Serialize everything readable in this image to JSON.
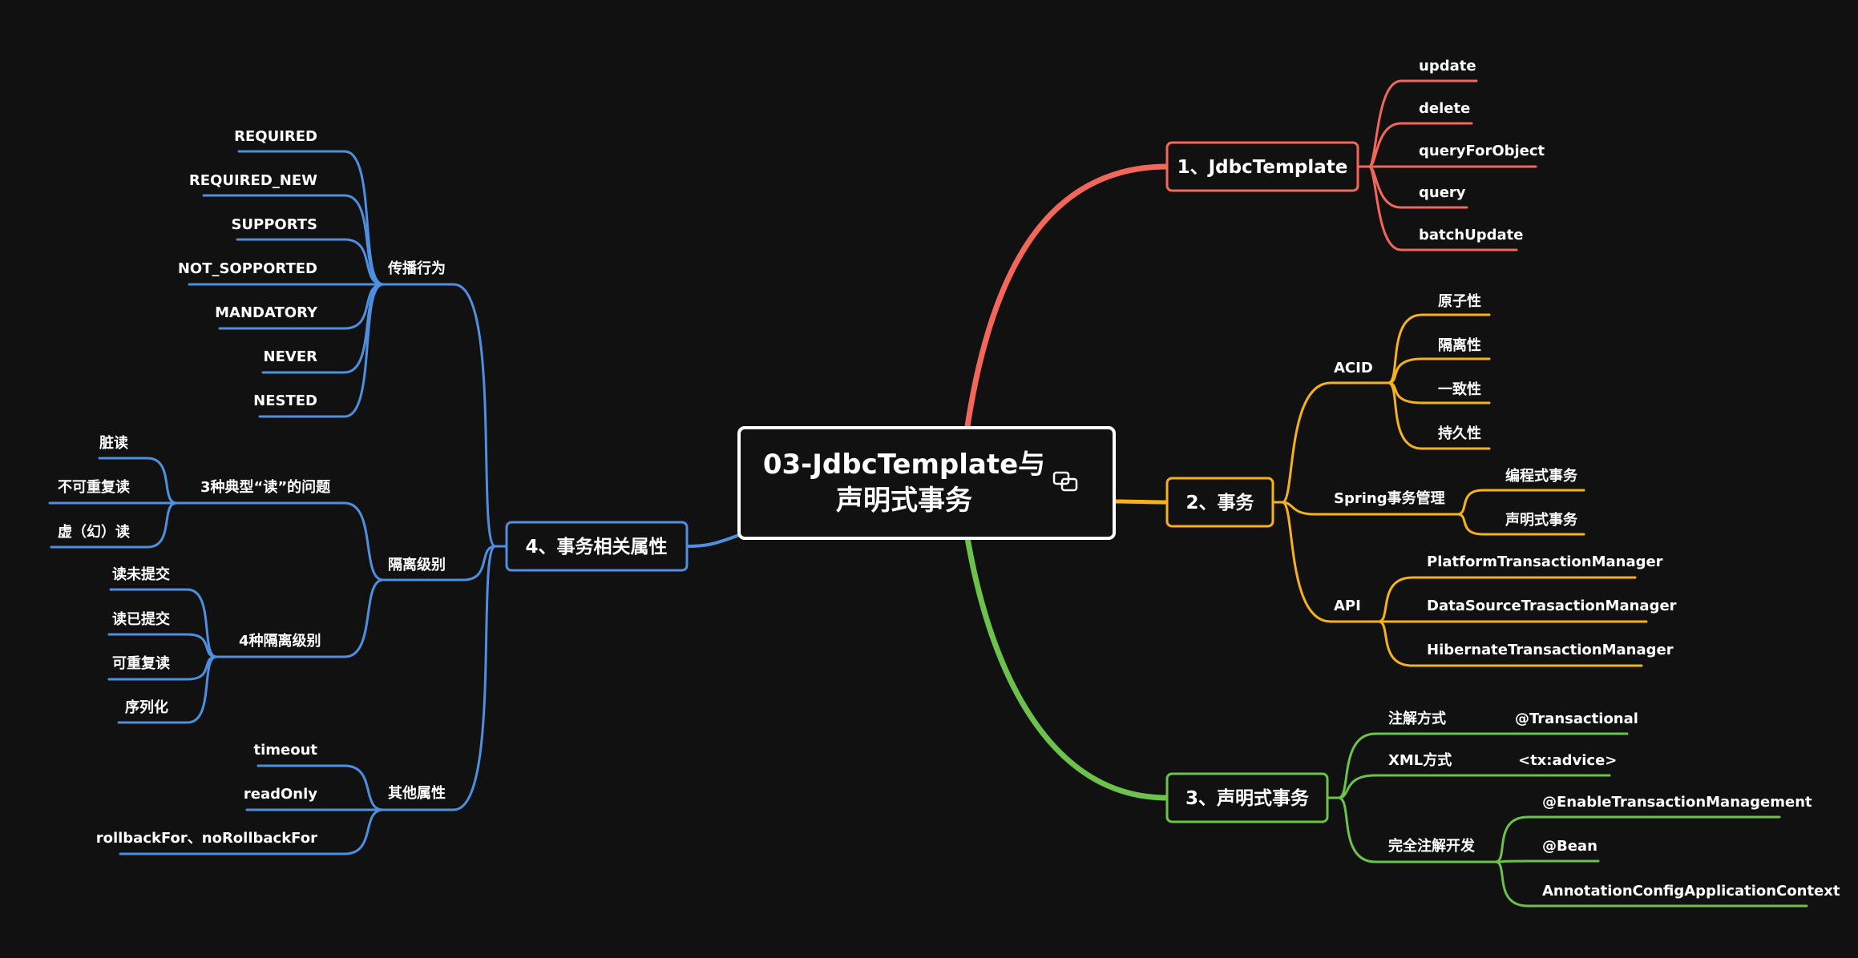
{
  "colors": {
    "background": "#111112",
    "root_border": "#ffffff",
    "jdbc": "#f2675a",
    "tx": "#f6b21b",
    "decl": "#6cc24a",
    "attr": "#4f8fe0"
  },
  "icons": {
    "root_link": "link-icon"
  },
  "root": {
    "line1": "03-JdbcTemplate与",
    "line2": "声明式事务"
  },
  "jdbc": {
    "label": "1、JdbcTemplate",
    "items": [
      "update",
      "delete",
      "queryForObject",
      "query",
      "batchUpdate"
    ]
  },
  "tx": {
    "label": "2、事务",
    "acid": {
      "label": "ACID",
      "items": [
        "原子性",
        "隔离性",
        "一致性",
        "持久性"
      ]
    },
    "spring": {
      "label": "Spring事务管理",
      "items": [
        "编程式事务",
        "声明式事务"
      ]
    },
    "api": {
      "label": "API",
      "items": [
        "PlatformTransactionManager",
        "DataSourceTrasactionManager",
        "HibernateTransactionManager"
      ]
    }
  },
  "decl": {
    "label": "3、声明式事务",
    "annotation": {
      "label": "注解方式",
      "value": "@Transactional"
    },
    "xml": {
      "label": "XML方式",
      "value": "<tx:advice>"
    },
    "full": {
      "label": "完全注解开发",
      "items": [
        "@EnableTransactionManagement",
        "@Bean",
        "AnnotationConfigApplicationContext"
      ]
    }
  },
  "attr": {
    "label": "4、事务相关属性",
    "propagation": {
      "label": "传播行为",
      "items": [
        "REQUIRED",
        "REQUIRED_NEW",
        "SUPPORTS",
        "NOT_SOPPORTED",
        "MANDATORY",
        "NEVER",
        "NESTED"
      ]
    },
    "isolation": {
      "label": "隔离级别",
      "problems": {
        "label": "3种典型“读”的问题",
        "items": [
          "脏读",
          "不可重复读",
          "虚（幻）读"
        ]
      },
      "levels": {
        "label": "4种隔离级别",
        "items": [
          "读未提交",
          "读已提交",
          "可重复读",
          "序列化"
        ]
      }
    },
    "other": {
      "label": "其他属性",
      "items": [
        "timeout",
        "readOnly",
        "rollbackFor、noRollbackFor"
      ]
    }
  }
}
